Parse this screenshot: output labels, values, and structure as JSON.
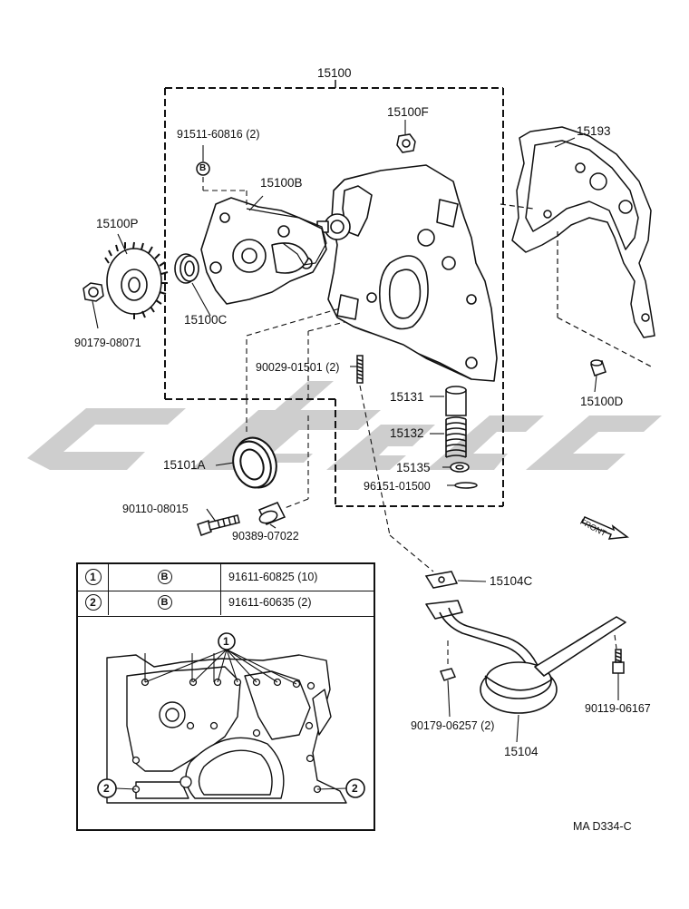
{
  "labels": {
    "assembly": "15100",
    "p15100F": "15100F",
    "p15193": "15193",
    "p91511": "91511-60816 (2)",
    "p15100B": "15100B",
    "p15100P": "15100P",
    "p15100C": "15100C",
    "p90179_08071": "90179-08071",
    "p90029": "90029-01501 (2)",
    "p15131": "15131",
    "p15132": "15132",
    "p15135": "15135",
    "p96151": "96151-01500",
    "p15100D": "15100D",
    "p15101A": "15101A",
    "p90110": "90110-08015",
    "p90389": "90389-07022",
    "p15104C": "15104C",
    "p90119": "90119-06167",
    "p90179_06257": "90179-06257 (2)",
    "p15104": "15104",
    "front": "FRONT",
    "bolt_marker": "B",
    "code": "MA D334-C"
  },
  "bolt_table": {
    "rows": [
      {
        "num": "1",
        "bolt": "B",
        "part": "91611-60825 (10)"
      },
      {
        "num": "2",
        "bolt": "B",
        "part": "91611-60635 (2)"
      }
    ],
    "callout_1": "1",
    "callout_2_left": "2",
    "callout_2_right": "2"
  },
  "colors": {
    "line": "#111111",
    "watermark": "#c9c9c9"
  }
}
